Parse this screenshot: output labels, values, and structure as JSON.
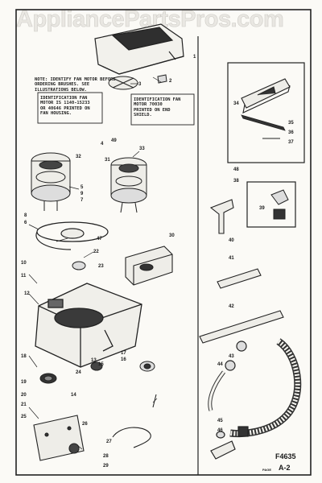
{
  "watermark": "AppliancePartsPros.com",
  "notes": {
    "identify_motor": "NOTE: IDENTIFY FAN MOTOR BEFORE\nORDERING BRUSHES. SEE\nILLUSTRATIONS BELOW.",
    "motor_left": "IDENTIFICATION FAN\nMOTOR IS 1140-15233\nOR 40646 PRINTED ON\nFAN HOUSING.",
    "motor_right": "IDENTIFICATION FAN\nMOTOR 70030\nPRINTED ON END\nSHIELD."
  },
  "figure_code": "F4635",
  "sheet_label": "A-2",
  "sheet_prefix": "PAGE",
  "callouts": [
    "1",
    "2",
    "3",
    "4",
    "5",
    "6",
    "7",
    "8",
    "9",
    "10",
    "11",
    "12",
    "13",
    "14",
    "15",
    "16",
    "17",
    "18",
    "19",
    "20",
    "21",
    "22",
    "23",
    "24",
    "25",
    "26",
    "27",
    "28",
    "29",
    "30",
    "31",
    "32",
    "33",
    "34",
    "35",
    "36",
    "37",
    "38",
    "39",
    "40",
    "41",
    "42",
    "43",
    "44",
    "45",
    "46",
    "47",
    "48",
    "49"
  ]
}
